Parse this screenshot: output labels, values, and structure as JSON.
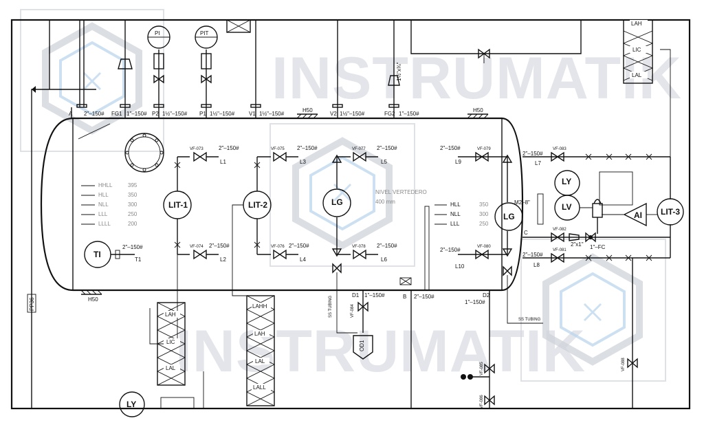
{
  "watermark": {
    "text": "INSTRUMATIK"
  },
  "level_settings": [
    {
      "label": "HHLL",
      "value": "395"
    },
    {
      "label": "HLL",
      "value": "350"
    },
    {
      "label": "NLL",
      "value": "300"
    },
    {
      "label": "LLL",
      "value": "250"
    },
    {
      "label": "LLLL",
      "value": "200"
    }
  ],
  "weir_settings": [
    {
      "label": "HLL",
      "value": "350"
    },
    {
      "label": "NLL",
      "value": "300"
    },
    {
      "label": "LLL",
      "value": "250"
    }
  ],
  "weir_label": "NIVEL VERTEDERO",
  "weir_level": "400 mm",
  "instruments": {
    "lit1": "LIT-1",
    "lit2": "LIT-2",
    "lit3": "LIT-3",
    "lg1": "LG",
    "lg2": "LG",
    "ti": "TI",
    "ly_top": "LY",
    "lv": "LV",
    "ai": "AI",
    "ly_bottom": "LY",
    "pi": "PI",
    "pit": "PIT"
  },
  "alarm_stacks": {
    "left": [
      "LAH",
      "LIC",
      "LAL"
    ],
    "center": [
      "LAHH",
      "LAH",
      "LAL",
      "LALL"
    ],
    "top_right": [
      "LAH",
      "LIC",
      "LAL"
    ]
  },
  "nozzles_top": [
    {
      "id": "A",
      "size": "2\"–150#"
    },
    {
      "id": "FG1",
      "size": "1\"–150#"
    },
    {
      "id": "P2",
      "size": "1½\"–150#"
    },
    {
      "id": "P1",
      "size": "1½\"–150#"
    },
    {
      "id": "V1",
      "size": "1½\"–150#"
    },
    {
      "id": "V2",
      "size": "1½\"–150#"
    },
    {
      "id": "FG2",
      "size": "1\"–150#"
    }
  ],
  "support_label": "H50",
  "nozzle_points": [
    "L1",
    "L2",
    "L3",
    "L4",
    "L5",
    "L6",
    "L7",
    "L8",
    "L9",
    "L10",
    "T1"
  ],
  "valve_tags": [
    "VF-073",
    "VF-074",
    "VF-075",
    "VF-076",
    "VF-077",
    "VF-078",
    "VF-079",
    "VF-080",
    "VF-081",
    "VF-082",
    "VF-083",
    "VF-084",
    "VF-085",
    "VF-086",
    "VF-088"
  ],
  "rating_2in": "2\"–150#",
  "rating_1in": "1\"–150#",
  "lg_nozzle": "M2–8\"",
  "control_valve": "1\"–FC",
  "reducer": "2\"x1\"",
  "bottom_nozzles": [
    {
      "id": "D1",
      "size": "1\"–150#"
    },
    {
      "id": "B",
      "size": "2\"–150#"
    },
    {
      "id": "D2",
      "size": "1\"–150#"
    }
  ],
  "drain_label": "OD1",
  "tubing_label": "SS TUBING",
  "nozzle_c": "C",
  "vertical_tag": "PP36",
  "top_pipe_size": "1½\"x¾\"",
  "colors": {
    "line": "#111111",
    "watermark": "#e3e5ea",
    "logo_blue": "#bcd6ee",
    "logo_gray": "#cfd3da"
  }
}
